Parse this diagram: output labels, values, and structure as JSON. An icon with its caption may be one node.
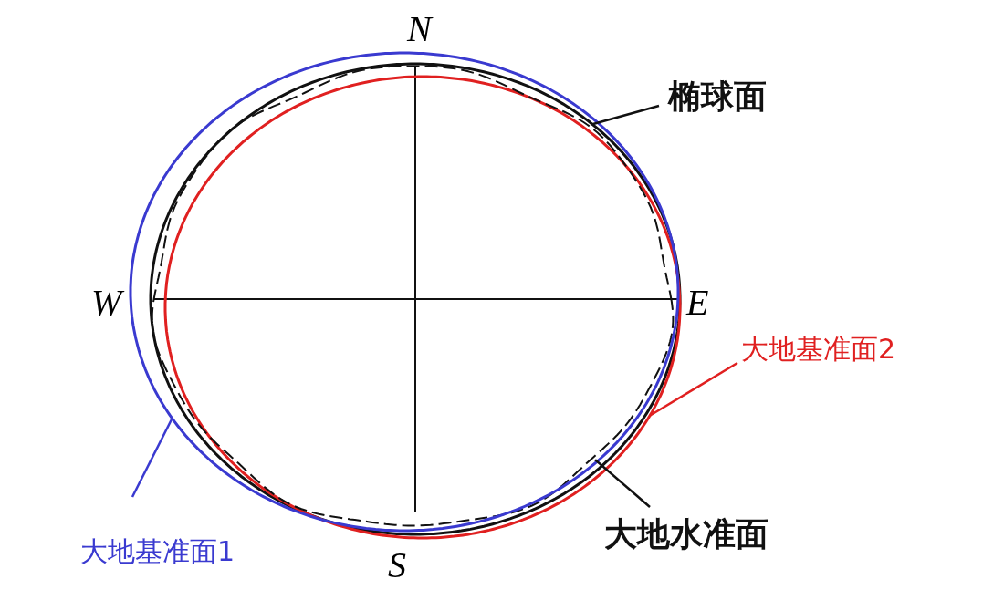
{
  "diagram": {
    "nodes": [
      {
        "text": [
          "椭球面"
        ]
      },
      {
        "text": [],
        "shape": "ellipse"
      },
      {
        "text": [
          "大地基准面2"
        ]
      },
      {
        "text": [],
        "shape": "ellipse"
      },
      {
        "text": [
          "大地水准面"
        ]
      },
      {
        "text": [],
        "shape": "ellipse"
      },
      {
        "text": [
          "大地基准面1"
        ]
      },
      {
        "text": [],
        "shape": "ellipse"
      }
    ],
    "edges": [
      {
        "from": 0,
        "to": 1,
        "arrow": "none"
      },
      {
        "from": 2,
        "to": 3,
        "arrow": "none",
        "color": "#e02020"
      },
      {
        "from": 4,
        "to": 5,
        "arrow": "none"
      },
      {
        "from": 6,
        "to": 7,
        "arrow": "none",
        "color": "#3a3ad0"
      }
    ],
    "labels": [
      "N",
      "W",
      "E",
      "S"
    ]
  }
}
